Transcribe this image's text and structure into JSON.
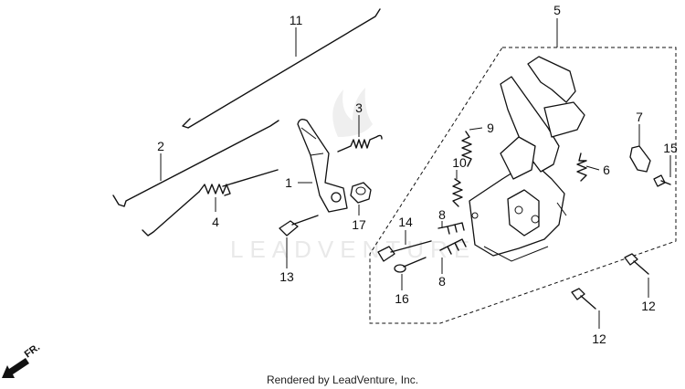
{
  "diagram": {
    "watermark": "LEADVENTURE",
    "footer": "Rendered by LeadVenture, Inc.",
    "direction_label": "FR.",
    "callouts": [
      "11",
      "5",
      "2",
      "3",
      "9",
      "7",
      "15",
      "6",
      "10",
      "1",
      "4",
      "17",
      "14",
      "8",
      "8",
      "13",
      "16",
      "12",
      "12"
    ]
  }
}
